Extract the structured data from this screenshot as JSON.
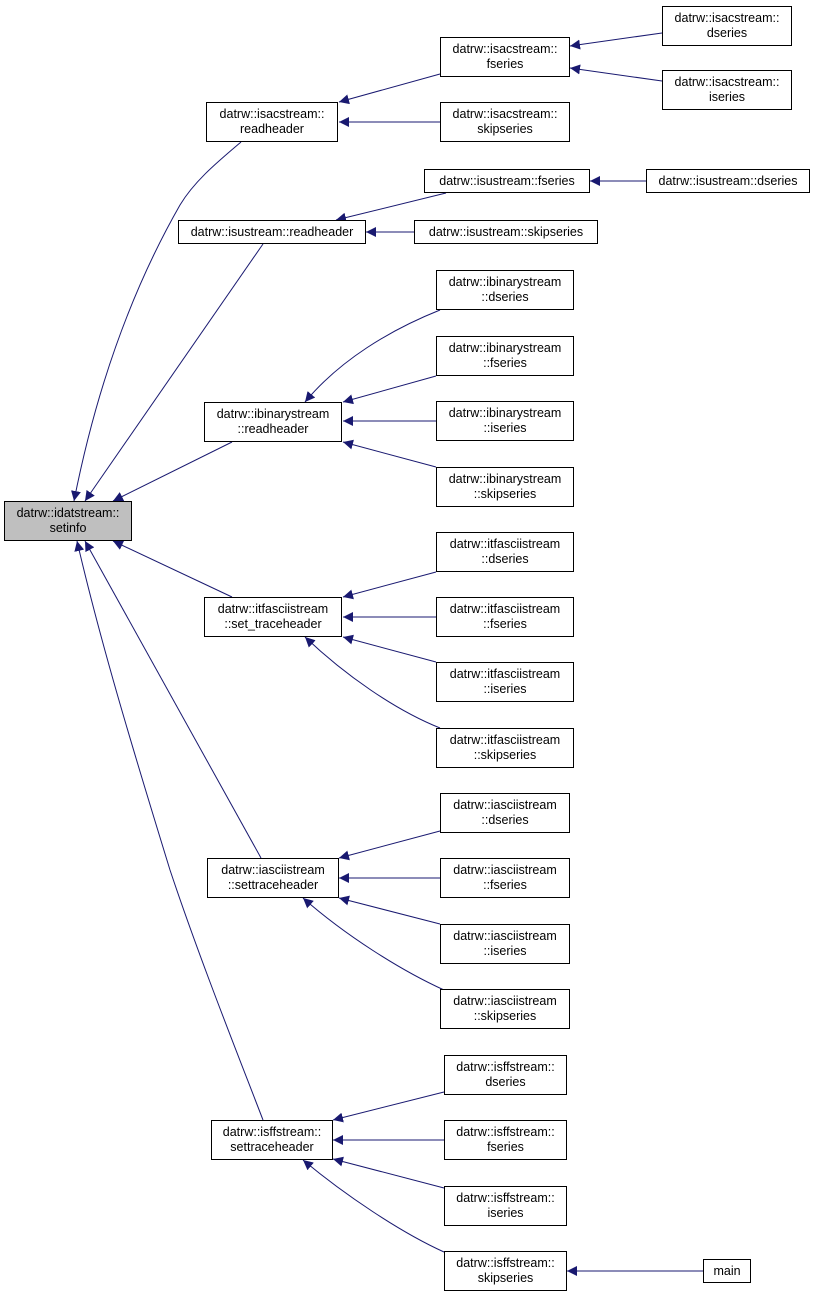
{
  "colors": {
    "edge": "#191970",
    "root_fill": "#bfbfbf",
    "node_fill": "#ffffff",
    "node_border": "#000000"
  },
  "nodes": {
    "idat_setinfo": {
      "lines": [
        "datrw::idatstream::",
        "setinfo"
      ]
    },
    "isac_readheader": {
      "lines": [
        "datrw::isacstream::",
        "readheader"
      ]
    },
    "isac_fseries": {
      "lines": [
        "datrw::isacstream::",
        "fseries"
      ]
    },
    "isac_skipseries": {
      "lines": [
        "datrw::isacstream::",
        "skipseries"
      ]
    },
    "isac_dseries": {
      "lines": [
        "datrw::isacstream::",
        "dseries"
      ]
    },
    "isac_iseries": {
      "lines": [
        "datrw::isacstream::",
        "iseries"
      ]
    },
    "isu_readheader": {
      "lines": [
        "datrw::isustream::readheader"
      ]
    },
    "isu_fseries": {
      "lines": [
        "datrw::isustream::fseries"
      ]
    },
    "isu_skipseries": {
      "lines": [
        "datrw::isustream::skipseries"
      ]
    },
    "isu_dseries": {
      "lines": [
        "datrw::isustream::dseries"
      ]
    },
    "ibin_readheader": {
      "lines": [
        "datrw::ibinarystream",
        "::readheader"
      ]
    },
    "ibin_dseries": {
      "lines": [
        "datrw::ibinarystream",
        "::dseries"
      ]
    },
    "ibin_fseries": {
      "lines": [
        "datrw::ibinarystream",
        "::fseries"
      ]
    },
    "ibin_iseries": {
      "lines": [
        "datrw::ibinarystream",
        "::iseries"
      ]
    },
    "ibin_skipseries": {
      "lines": [
        "datrw::ibinarystream",
        "::skipseries"
      ]
    },
    "itfa_settrace": {
      "lines": [
        "datrw::itfasciistream",
        "::set_traceheader"
      ]
    },
    "itfa_dseries": {
      "lines": [
        "datrw::itfasciistream",
        "::dseries"
      ]
    },
    "itfa_fseries": {
      "lines": [
        "datrw::itfasciistream",
        "::fseries"
      ]
    },
    "itfa_iseries": {
      "lines": [
        "datrw::itfasciistream",
        "::iseries"
      ]
    },
    "itfa_skipseries": {
      "lines": [
        "datrw::itfasciistream",
        "::skipseries"
      ]
    },
    "iasc_settrace": {
      "lines": [
        "datrw::iasciistream",
        "::settraceheader"
      ]
    },
    "iasc_dseries": {
      "lines": [
        "datrw::iasciistream",
        "::dseries"
      ]
    },
    "iasc_fseries": {
      "lines": [
        "datrw::iasciistream",
        "::fseries"
      ]
    },
    "iasc_iseries": {
      "lines": [
        "datrw::iasciistream",
        "::iseries"
      ]
    },
    "iasc_skipseries": {
      "lines": [
        "datrw::iasciistream",
        "::skipseries"
      ]
    },
    "isff_settrace": {
      "lines": [
        "datrw::isffstream::",
        "settraceheader"
      ]
    },
    "isff_dseries": {
      "lines": [
        "datrw::isffstream::",
        "dseries"
      ]
    },
    "isff_fseries": {
      "lines": [
        "datrw::isffstream::",
        "fseries"
      ]
    },
    "isff_iseries": {
      "lines": [
        "datrw::isffstream::",
        "iseries"
      ]
    },
    "isff_skipseries": {
      "lines": [
        "datrw::isffstream::",
        "skipseries"
      ]
    },
    "main": {
      "lines": [
        "main"
      ]
    }
  }
}
